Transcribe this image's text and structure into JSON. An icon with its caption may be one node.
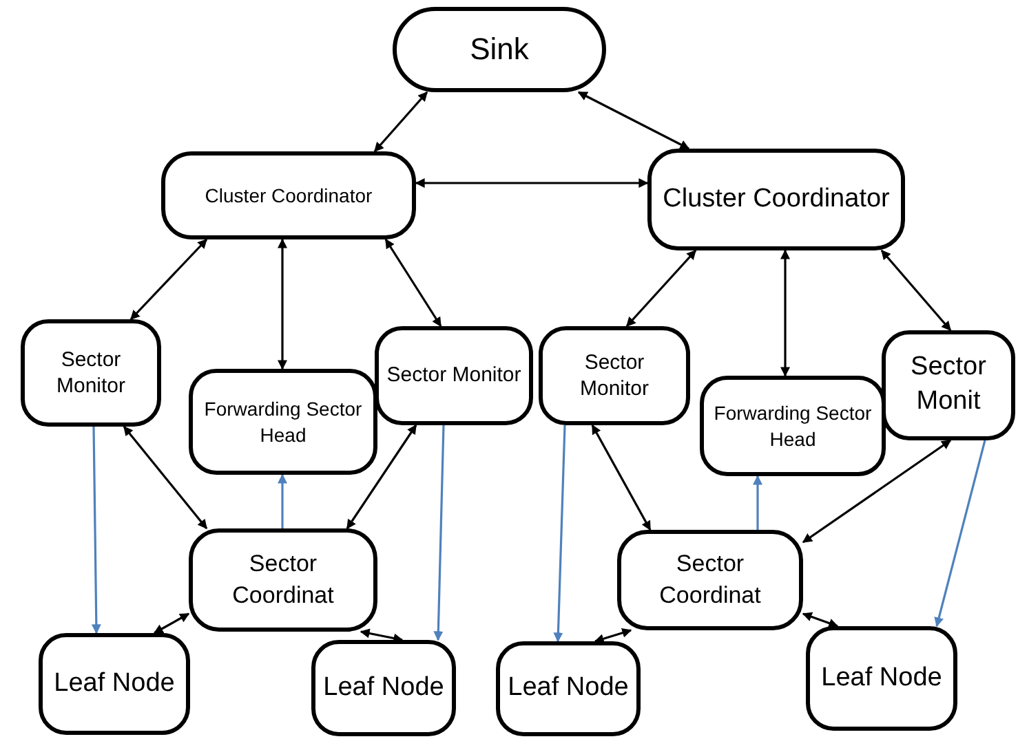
{
  "diagram": {
    "nodes": [
      {
        "text": [
          "Sink"
        ]
      },
      {
        "text": [
          "Cluster Coordinator"
        ]
      },
      {
        "text": [
          "Cluster Coordinator"
        ]
      },
      {
        "text": [
          "Sector Monitor"
        ]
      },
      {
        "text": [
          "Forwarding Sector Head"
        ]
      },
      {
        "text": [
          "Sector Monitor"
        ]
      },
      {
        "text": [
          "Sector Monitor"
        ]
      },
      {
        "text": [
          "Forwarding Sector Head"
        ]
      },
      {
        "text": [
          "Sector Monit"
        ]
      },
      {
        "text": [
          "Sector Coordinat"
        ]
      },
      {
        "text": [
          "Sector Coordinat"
        ]
      },
      {
        "text": [
          "Leaf Node"
        ]
      },
      {
        "text": [
          "Leaf Node"
        ]
      },
      {
        "text": [
          "Leaf Node"
        ]
      },
      {
        "text": [
          "Leaf Node"
        ]
      }
    ],
    "edges": [
      {
        "from": 0,
        "to": 1,
        "arrow": "both"
      },
      {
        "from": 0,
        "to": 2,
        "arrow": "both"
      },
      {
        "from": 1,
        "to": 2,
        "arrow": "both"
      },
      {
        "from": 1,
        "to": 3,
        "arrow": "both"
      },
      {
        "from": 1,
        "to": 4,
        "arrow": "both"
      },
      {
        "from": 1,
        "to": 5,
        "arrow": "both"
      },
      {
        "from": 2,
        "to": 6,
        "arrow": "both"
      },
      {
        "from": 2,
        "to": 7,
        "arrow": "both"
      },
      {
        "from": 2,
        "to": 8,
        "arrow": "both"
      },
      {
        "from": 3,
        "to": 9,
        "arrow": "both"
      },
      {
        "from": 5,
        "to": 9,
        "arrow": "both"
      },
      {
        "from": 9,
        "to": 4,
        "arrow": "to",
        "color": "#4f81bd"
      },
      {
        "from": 3,
        "to": 11,
        "arrow": "to",
        "color": "#4f81bd"
      },
      {
        "from": 5,
        "to": 12,
        "arrow": "to",
        "color": "#4f81bd"
      },
      {
        "from": 9,
        "to": 11,
        "arrow": "both"
      },
      {
        "from": 9,
        "to": 12,
        "arrow": "both"
      },
      {
        "from": 6,
        "to": 10,
        "arrow": "both"
      },
      {
        "from": 8,
        "to": 10,
        "arrow": "both"
      },
      {
        "from": 10,
        "to": 7,
        "arrow": "to",
        "color": "#4f81bd"
      },
      {
        "from": 6,
        "to": 13,
        "arrow": "to",
        "color": "#4f81bd"
      },
      {
        "from": 8,
        "to": 14,
        "arrow": "to",
        "color": "#4f81bd"
      },
      {
        "from": 10,
        "to": 13,
        "arrow": "both"
      },
      {
        "from": 10,
        "to": 14,
        "arrow": "both"
      }
    ]
  }
}
